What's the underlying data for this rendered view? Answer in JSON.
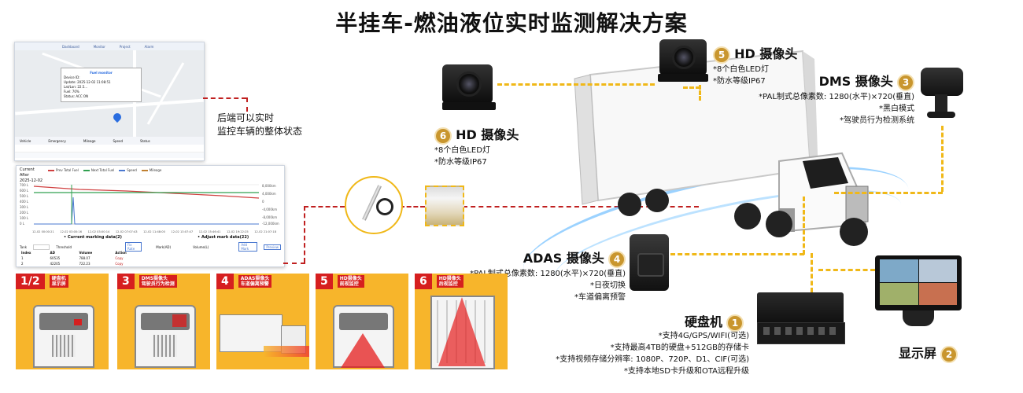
{
  "title": "半挂车-燃油液位实时监测解决方案",
  "backend_note": [
    "后端可以实时",
    "监控车辆的整体状态"
  ],
  "map_screen": {
    "nav": [
      "Dashboard",
      "Monitor",
      "Project",
      "Alarm"
    ],
    "popup_title": "Fuel monitor",
    "popup_lines": [
      "Device ID:",
      "Update: 2025-12-02 11:08:51",
      "Lat/Lon: 22.5...",
      "Fuel: 70%",
      "Status: ACC ON"
    ],
    "table_headers": [
      "Vehicle",
      "Emergency",
      "Mileage",
      "Speed",
      "Status"
    ]
  },
  "chart_screen": {
    "labels": [
      "Current",
      "After"
    ],
    "date": "2025-12-02",
    "legend": [
      "Prev Total Fuel",
      "Next Total Fuel",
      "Speed",
      "Mileage"
    ],
    "y_ticks": [
      "700 L",
      "600 L",
      "500 L",
      "400 L",
      "300 L",
      "200 L",
      "100 L",
      "0 L"
    ],
    "y2_ticks": [
      "8,000km",
      "4,000km",
      "0",
      "-4,000km",
      "-8,000km",
      "-12,000km"
    ],
    "x_ticks": [
      "12-02 00:00:21",
      "12-02 03:00:16",
      "12-02 03:00:14",
      "12-02 07:07:43",
      "12-02 11:48:00",
      "12-02 13:07:47",
      "12-02 15:46:41",
      "12-02 19:22:25",
      "12-02 21:07:18"
    ],
    "section_left": "Current marking data(2)",
    "section_right": "Adjust mark data(22)",
    "fields": [
      "Tank",
      "Threshold",
      "Fix Rate",
      "Mark(AD)",
      "Volume(L)",
      "Add Mark",
      "Preview"
    ],
    "table_headers": [
      "Index",
      "AD",
      "Volume",
      "Action"
    ],
    "rows": [
      [
        "1",
        "60535",
        "788.07",
        "Copy"
      ],
      [
        "2",
        "42205",
        "722.23",
        "Copy"
      ]
    ]
  },
  "cameras": {
    "hd5": {
      "title": "HD 摄像头",
      "num": "5",
      "features": [
        "*8个白色LED灯",
        "*防水等级IP67"
      ]
    },
    "hd6": {
      "title": "HD 摄像头",
      "num": "6",
      "features": [
        "*8个白色LED灯",
        "*防水等级IP67"
      ]
    },
    "dms": {
      "title": "DMS 摄像头",
      "num": "3",
      "features": [
        "*PAL制式总像素数: 1280(水平)×720(垂直)",
        "*黑白模式",
        "*驾驶员行为检测系统"
      ]
    },
    "adas": {
      "title": "ADAS 摄像头",
      "num": "4",
      "features": [
        "*PAL制式总像素数: 1280(水平)×720(垂直)",
        "*日夜切换",
        "*车道偏离预警"
      ]
    },
    "dvr": {
      "title": "硬盘机",
      "num": "1",
      "features": [
        "*支持4G/GPS/WIFI(可选)",
        "*支持最高4TB的硬盘+512GB的存储卡",
        "*支持视频存储分辨率: 1080P、720P、D1、CIF(可选)",
        "*支持本地SD卡升级和OTA远程升级"
      ]
    },
    "monitor": {
      "title": "显示屏",
      "num": "2"
    }
  },
  "tiles": [
    {
      "num": "1/2",
      "text": [
        "硬盘机",
        "显示屏"
      ]
    },
    {
      "num": "3",
      "text": [
        "DMS摄像头",
        "驾驶员行为检测"
      ]
    },
    {
      "num": "4",
      "text": [
        "ADAS摄像头",
        "车道偏离预警"
      ]
    },
    {
      "num": "5",
      "text": [
        "HD摄像头",
        "前视监控"
      ]
    },
    {
      "num": "6",
      "text": [
        "HD摄像头",
        "后视监控"
      ]
    }
  ],
  "colors": {
    "accent_red": "#c02020",
    "accent_yellow": "#f0b818",
    "tile_bg": "#f7b52b",
    "badge": "#c9962e"
  }
}
